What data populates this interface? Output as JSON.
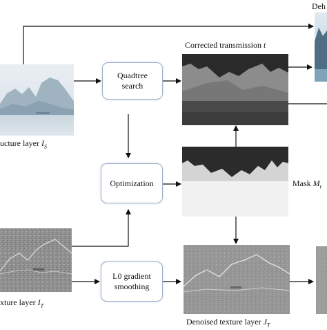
{
  "labels": {
    "deh_partial": "Deh",
    "corrected_transmission": "Corrected transmission",
    "corrected_transmission_symbol": "t",
    "structure_layer": "ucture layer",
    "structure_symbol": "I",
    "structure_sub": "S",
    "mask": "Mask",
    "mask_symbol": "M",
    "mask_sub": "r",
    "texture_layer": "xture layer",
    "texture_symbol": "I",
    "texture_sub": "T",
    "denoised_texture": "Denoised texture layer",
    "denoised_symbol": "J",
    "denoised_sub": "T"
  },
  "boxes": {
    "quadtree_line1": "Quadtree",
    "quadtree_line2": "search",
    "optimization": "Optimization",
    "l0_line1": "L0 gradient",
    "l0_line2": "smoothing"
  },
  "colors": {
    "box_border": "#9db0cc",
    "arrow": "#111111"
  }
}
